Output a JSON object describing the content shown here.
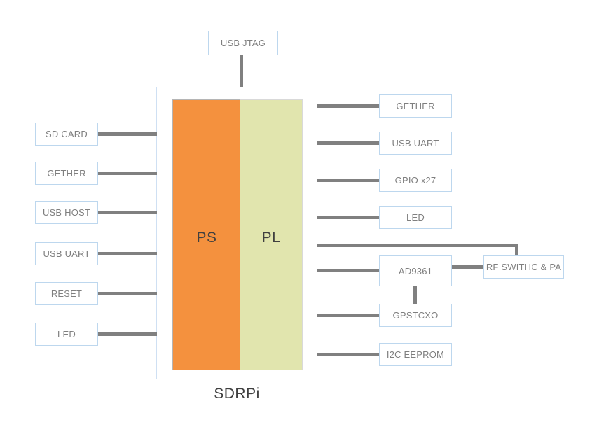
{
  "diagram": {
    "title": "SDRPi",
    "caption": "SDRPi",
    "colors": {
      "ps_fill": "#F4913E",
      "pl_fill": "#E1E5AE",
      "node_border": "#BDD7EE",
      "container_border": "#CFE0F3",
      "wire": "#808080",
      "node_text": "#7F7F7F",
      "block_text": "#404040"
    },
    "soc": {
      "label_ps": "PS",
      "label_pl": "PL"
    },
    "top_nodes": [
      {
        "label": "USB JTAG"
      }
    ],
    "left_nodes": [
      {
        "label": "SD CARD"
      },
      {
        "label": "GETHER"
      },
      {
        "label": "USB HOST"
      },
      {
        "label": "USB UART"
      },
      {
        "label": "RESET"
      },
      {
        "label": "LED"
      }
    ],
    "right_nodes": [
      {
        "label": "GETHER"
      },
      {
        "label": "USB UART"
      },
      {
        "label": "GPIO x27"
      },
      {
        "label": "LED"
      },
      {
        "label": "AD9361"
      },
      {
        "label": "GPSTCXO"
      },
      {
        "label": "I2C EEPROM"
      }
    ],
    "far_right_nodes": [
      {
        "label": "RF SWITHC & PA"
      }
    ]
  }
}
